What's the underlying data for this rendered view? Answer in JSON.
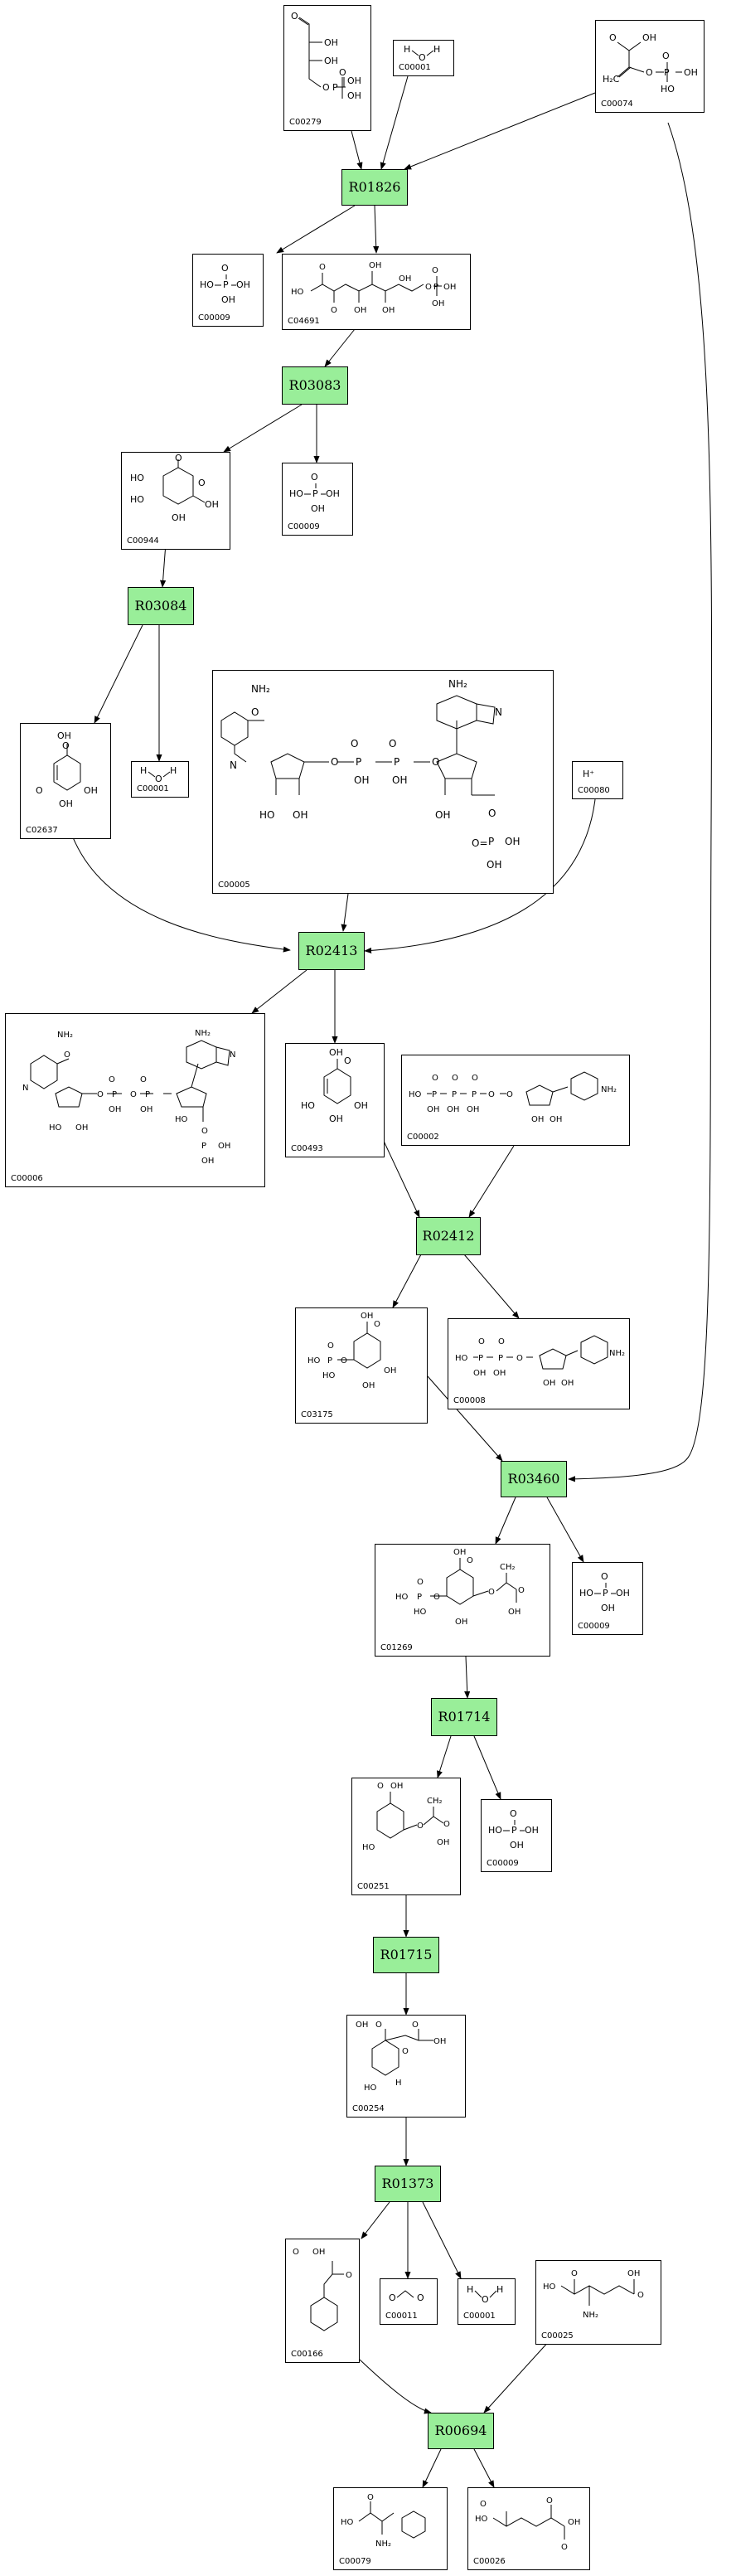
{
  "colors": {
    "reaction_fill": "#99ee99",
    "border": "#000000",
    "background": "#ffffff"
  },
  "compounds": {
    "n1": {
      "id": "C00279",
      "structure": "erythrose-4-phosphate"
    },
    "n2": {
      "id": "C00001",
      "structure": "water"
    },
    "n3": {
      "id": "C00074",
      "structure": "phosphoenolpyruvate"
    },
    "n4": {
      "id": "C00009",
      "structure": "orthophosphate"
    },
    "n5": {
      "id": "C04691",
      "structure": "DAHP"
    },
    "n6": {
      "id": "C00009",
      "structure": "orthophosphate"
    },
    "n7": {
      "id": "C00944",
      "structure": "3-dehydroquinate"
    },
    "n8": {
      "id": "C02637",
      "structure": "3-dehydroshikimate"
    },
    "n9": {
      "id": "C00001",
      "structure": "water"
    },
    "n10": {
      "id": "C00005",
      "structure": "NADPH"
    },
    "n11": {
      "id": "C00080",
      "structure": "proton",
      "label": "H⁺"
    },
    "n12": {
      "id": "C00006",
      "structure": "NADP+"
    },
    "n13": {
      "id": "C00493",
      "structure": "shikimate"
    },
    "n14": {
      "id": "C00002",
      "structure": "ATP"
    },
    "n15": {
      "id": "C03175",
      "structure": "shikimate-3-phosphate"
    },
    "n16": {
      "id": "C00008",
      "structure": "ADP"
    },
    "n17": {
      "id": "C01269",
      "structure": "EPSP"
    },
    "n18": {
      "id": "C00009",
      "structure": "orthophosphate"
    },
    "n19": {
      "id": "C00251",
      "structure": "chorismate"
    },
    "n20": {
      "id": "C00009",
      "structure": "orthophosphate"
    },
    "n21": {
      "id": "C00254",
      "structure": "prephenate"
    },
    "n22": {
      "id": "C00166",
      "structure": "phenylpyruvate"
    },
    "n23": {
      "id": "C00011",
      "structure": "CO2"
    },
    "n24": {
      "id": "C00001",
      "structure": "water"
    },
    "n25": {
      "id": "C00025",
      "structure": "glutamate"
    },
    "n26": {
      "id": "C00079",
      "structure": "phenylalanine"
    },
    "n27": {
      "id": "C00026",
      "structure": "2-oxoglutarate"
    }
  },
  "reactions": {
    "r1": {
      "id": "R01826"
    },
    "r2": {
      "id": "R03083"
    },
    "r3": {
      "id": "R03084"
    },
    "r4": {
      "id": "R02413"
    },
    "r5": {
      "id": "R02412"
    },
    "r6": {
      "id": "R03460"
    },
    "r7": {
      "id": "R01714"
    },
    "r8": {
      "id": "R01715"
    },
    "r9": {
      "id": "R01373"
    },
    "r10": {
      "id": "R00694"
    }
  }
}
